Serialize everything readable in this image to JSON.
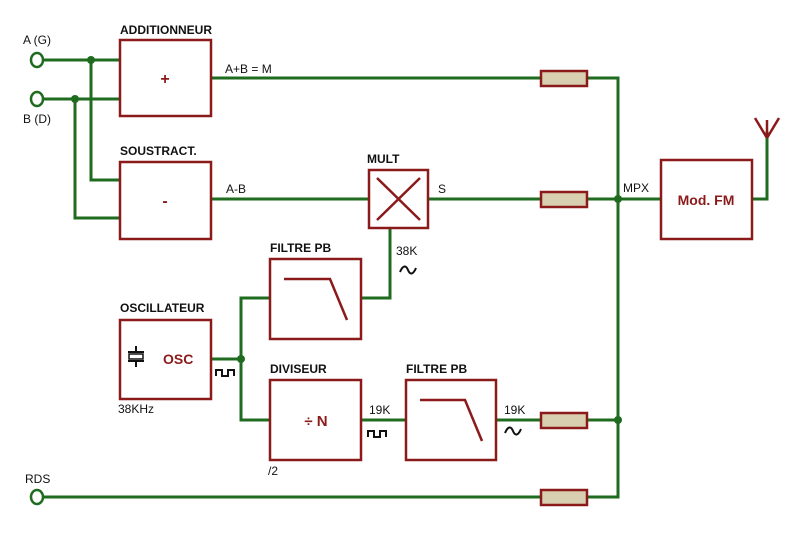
{
  "inputs": {
    "a": "A (G)",
    "b": "B (D)",
    "rds": "RDS"
  },
  "blocks": {
    "additionneur": {
      "title": "ADDITIONNEUR",
      "symbol": "+"
    },
    "soustract": {
      "title": "SOUSTRACT.",
      "symbol": "-"
    },
    "mult": {
      "title": "MULT"
    },
    "filtre1": {
      "title": "FILTRE PB"
    },
    "oscillateur": {
      "title": "OSCILLATEUR",
      "symbol": "OSC",
      "freq": "38KHz"
    },
    "diviseur": {
      "title": "DIVISEUR",
      "symbol": "÷ N",
      "ratio": "/2"
    },
    "filtre2": {
      "title": "FILTRE PB"
    },
    "modfm": {
      "title": "Mod. FM"
    }
  },
  "signals": {
    "sum": "A+B = M",
    "diff": "A-B",
    "s": "S",
    "mpx": "MPX",
    "f38k": "38K",
    "f19k_in": "19K",
    "f19k_out": "19K"
  },
  "colors": {
    "wire": "#1f6b1f",
    "block": "#8b1a1a",
    "resistor": "#d8ceb0"
  }
}
